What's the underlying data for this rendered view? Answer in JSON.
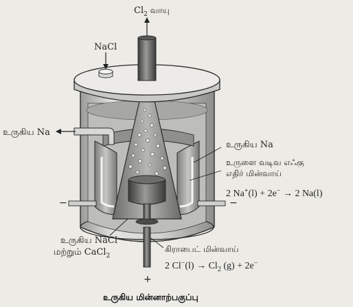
{
  "labels": {
    "top_gas_prefix": "Cl",
    "top_gas_sub": "2",
    "top_gas_suffix": " வாயு",
    "nacl": "NaCl",
    "molten_na_left": "உருகிய Na",
    "molten_na_right": "உருகிய Na",
    "cathode_line1": "உருளை வடிவ எஃகு",
    "cathode_line2": "எதிர் மின்வாய்",
    "cathode_eq_a": "2 Na",
    "cathode_eq_sup": "+",
    "cathode_eq_b": "(l) + 2e",
    "cathode_eq_sup2": "−",
    "cathode_eq_c": " → 2 Na(l)",
    "electrolyte_line1": "உருகிய NaCl",
    "electrolyte_line2a": "மற்றும் CaCl",
    "electrolyte_line2_sub": "2",
    "anode_label": "கிராபைட் மின்வாய்",
    "anode_eq_a": "2 Cl",
    "anode_eq_sup": "−",
    "anode_eq_b": "(l) → Cl",
    "anode_eq_sub": "2",
    "anode_eq_c": " (g) + 2e",
    "anode_eq_sup2": "−",
    "minus_left": "−",
    "minus_right": "−",
    "plus_bottom": "+",
    "caption": "உருகிய மின்னாற்பகுப்பு"
  },
  "colors": {
    "background": "#ecebe6",
    "outline": "#2a2a2a",
    "vessel_fill": "#d9d9d6",
    "molten_fill": "#a9a9a7",
    "cone_fill": "#8d8d8b",
    "anode_fill": "#5f5f5d"
  }
}
